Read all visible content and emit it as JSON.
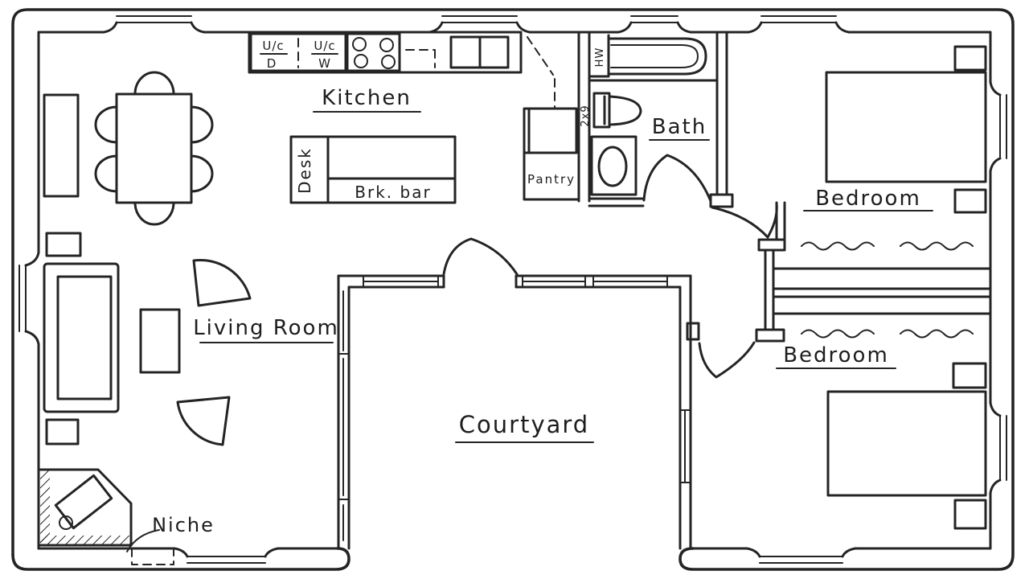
{
  "drawing": {
    "type": "floor-plan",
    "colors": {
      "ink": "#242424",
      "paper": "#ffffff"
    }
  },
  "rooms": {
    "kitchen": "Kitchen",
    "bath": "Bath",
    "bedroom_top": "Bedroom",
    "bedroom_bottom": "Bedroom",
    "living_room": "Living Room",
    "courtyard": "Courtyard",
    "pantry": "Pantry"
  },
  "labels": {
    "niche": "Niche",
    "desk": "Desk",
    "breakfast_bar": "Brk. bar",
    "hot_water_heater": "HW",
    "wall_dimension": "2x9",
    "under_counter_1_top": "U/c",
    "under_counter_1_bottom": "D",
    "under_counter_2_top": "U/c",
    "under_counter_2_bottom": "W"
  }
}
